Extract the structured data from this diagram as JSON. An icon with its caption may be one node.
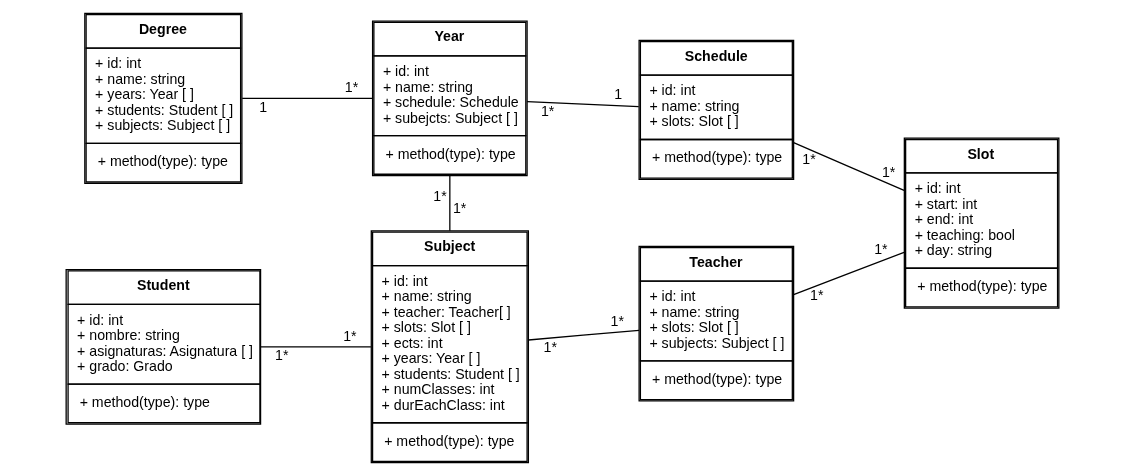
{
  "diagram": {
    "nodes": [
      {
        "text": [
          "Degree",
          "+ id: int",
          "+ name: string",
          "+ years: Year [ ]",
          "+ students: Student [ ]",
          "+ subjects: Subject [ ]",
          "+ method(type): type"
        ]
      },
      {
        "text": [
          "Year",
          "+ id: int",
          "+ name: string",
          "+ schedule: Schedule",
          "+ subejcts: Subject [ ]",
          "+ method(type): type"
        ]
      },
      {
        "text": [
          "Schedule",
          "+ id: int",
          "+ name: string",
          "+ slots: Slot [ ]",
          "+ method(type): type"
        ]
      },
      {
        "text": [
          "Slot",
          "+ id: int",
          "+ start: int",
          "+ end: int",
          "+ teaching: bool",
          "+ day: string",
          "+ method(type): type"
        ]
      },
      {
        "text": [
          "Student",
          "+ id: int",
          "+ nombre: string",
          "+ asignaturas: Asignatura [ ]",
          "+ grado: Grado",
          "+ method(type): type"
        ]
      },
      {
        "text": [
          "Subject",
          "+ id: int",
          "+ name: string",
          "+ teacher: Teacher[ ]",
          "+ slots: Slot [ ]",
          "+ ects: int",
          "+ years: Year [ ]",
          "+ students: Student [ ]",
          "+ numClasses: int",
          "+ durEachClass: int",
          "+ method(type): type"
        ]
      },
      {
        "text": [
          "Teacher",
          "+ id: int",
          "+ name: string",
          "+ slots: Slot [ ]",
          "+ subjects: Subject [ ]",
          "+ method(type): type"
        ]
      }
    ],
    "edges": [
      {
        "from": 0,
        "to": 1,
        "arrow": "none"
      },
      {
        "from": 1,
        "to": 2,
        "arrow": "none"
      },
      {
        "from": 2,
        "to": 3,
        "arrow": "none"
      },
      {
        "from": 1,
        "to": 5,
        "arrow": "none"
      },
      {
        "from": 4,
        "to": 5,
        "arrow": "none"
      },
      {
        "from": 5,
        "to": 6,
        "arrow": "none"
      },
      {
        "from": 6,
        "to": 3,
        "arrow": "none"
      }
    ],
    "labels": [
      "1",
      "1*",
      "1*",
      "1",
      "1*",
      "1*",
      "1*",
      "1*",
      "1*",
      "1*",
      "1*",
      "1*",
      "1*",
      "1*"
    ]
  }
}
